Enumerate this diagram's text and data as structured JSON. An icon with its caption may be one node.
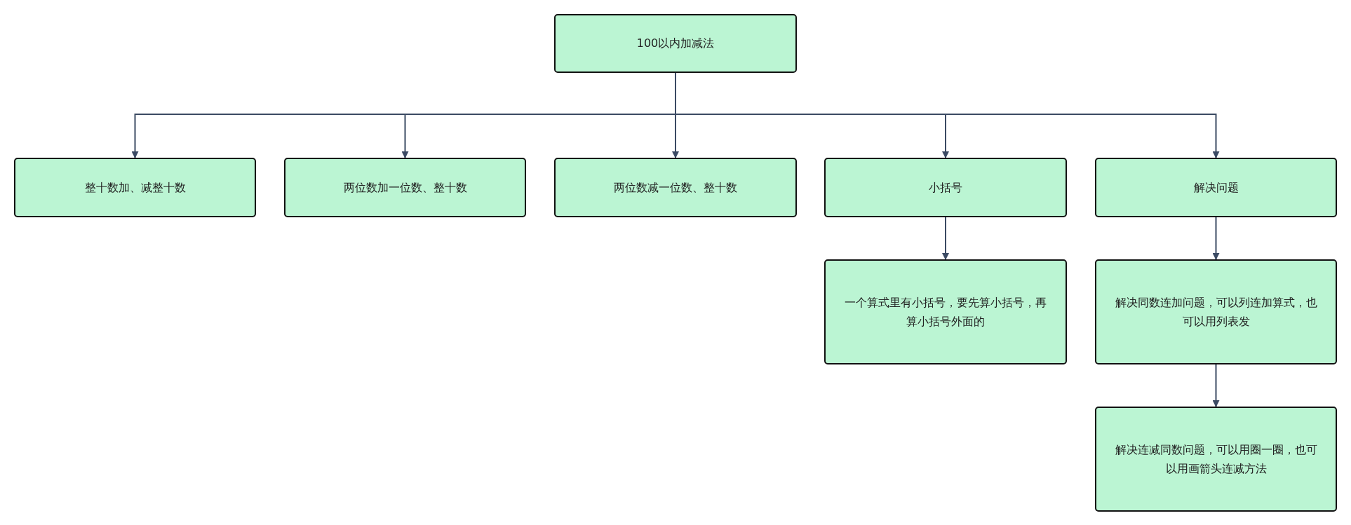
{
  "diagram": {
    "nodes": [
      {
        "text": [
          "100以内加减法"
        ]
      },
      {
        "text": [
          "整十数加、减整十数"
        ]
      },
      {
        "text": [
          "两位数加一位数、整十数"
        ]
      },
      {
        "text": [
          "两位数减一位数、整十数"
        ]
      },
      {
        "text": [
          "小括号"
        ]
      },
      {
        "text": [
          "解决问题"
        ]
      },
      {
        "text": [
          "一个算式里有小括号，要先算小括号，再算小括号外面的"
        ]
      },
      {
        "text": [
          "解决同数连加问题，可以列连加算式，也可以用列表发"
        ]
      },
      {
        "text": [
          "解决连减同数问题，可以用圈一圈，也可以用画箭头连减方法"
        ]
      }
    ],
    "edges": [
      {
        "from": 0,
        "to": 1,
        "arrow": "to"
      },
      {
        "from": 0,
        "to": 2,
        "arrow": "to"
      },
      {
        "from": 0,
        "to": 3,
        "arrow": "to"
      },
      {
        "from": 0,
        "to": 4,
        "arrow": "to"
      },
      {
        "from": 0,
        "to": 5,
        "arrow": "to"
      },
      {
        "from": 4,
        "to": 6,
        "arrow": "to"
      },
      {
        "from": 5,
        "to": 7,
        "arrow": "to"
      },
      {
        "from": 7,
        "to": 8,
        "arrow": "to"
      }
    ]
  }
}
